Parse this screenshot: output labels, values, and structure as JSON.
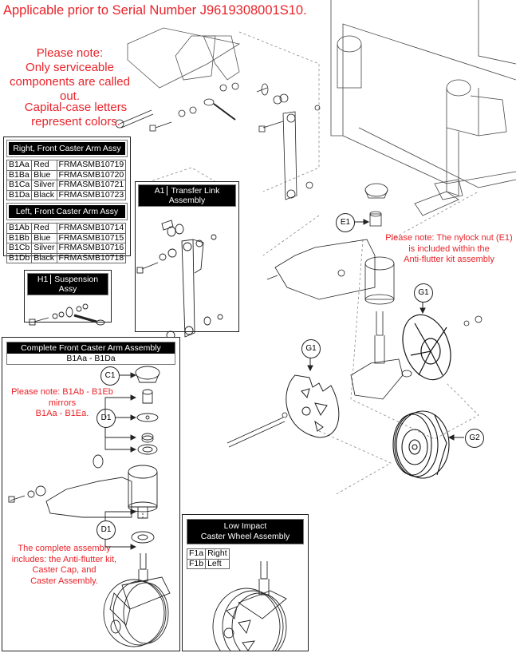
{
  "header": {
    "applicability": "Applicable prior to Serial Number J9619308001S10."
  },
  "notes": {
    "serviceable_line1": "Please note:",
    "serviceable_line2": "Only serviceable",
    "serviceable_line3": "components are called out.",
    "colors_line1": "Capital-case letters",
    "colors_line2": "represent colors.",
    "nylock_line1": "Please note: The nylock nut (E1)",
    "nylock_line2": "is included within the",
    "nylock_line3": "Anti-flutter kit assembly",
    "mirror_line1": "Please note: B1Ab - B1Eb",
    "mirror_line2": "mirrors",
    "mirror_line3": "B1Aa - B1Ea.",
    "complete_line1": "The complete assembly",
    "complete_line2": "includes: the Anti-flutter kit,",
    "complete_line3": "Caster Cap, and",
    "complete_line4": "Caster Assembly."
  },
  "right_arm_table": {
    "title": "Right, Front Caster Arm Assy",
    "rows": [
      {
        "code": "B1Aa",
        "color": "Red",
        "part": "FRMASMB10719"
      },
      {
        "code": "B1Ba",
        "color": "Blue",
        "part": "FRMASMB10720"
      },
      {
        "code": "B1Ca",
        "color": "Silver",
        "part": "FRMASMB10721"
      },
      {
        "code": "B1Da",
        "color": "Black",
        "part": "FRMASMB10723"
      }
    ]
  },
  "left_arm_table": {
    "title": "Left, Front Caster Arm Assy",
    "rows": [
      {
        "code": "B1Ab",
        "color": "Red",
        "part": "FRMASMB10714"
      },
      {
        "code": "B1Bb",
        "color": "Blue",
        "part": "FRMASMB10715"
      },
      {
        "code": "B1Cb",
        "color": "Silver",
        "part": "FRMASMB10716"
      },
      {
        "code": "B1Db",
        "color": "Black",
        "part": "FRMASMB10718"
      }
    ]
  },
  "suspension": {
    "code": "H1",
    "title": "Suspension Assy"
  },
  "transfer_link": {
    "code": "A1",
    "title": "Transfer Link Assembly"
  },
  "complete_arm": {
    "title": "Complete Front Caster Arm Assembly",
    "range": "B1Aa - B1Da"
  },
  "caster_wheel": {
    "title_line1": "Low Impact",
    "title_line2": "Caster Wheel Assembly",
    "rows": [
      {
        "code": "F1a",
        "side": "Right"
      },
      {
        "code": "F1b",
        "side": "Left"
      }
    ]
  },
  "callouts": {
    "e1": "E1",
    "g1_left": "G1",
    "g1_right": "G1",
    "g2": "G2",
    "c1": "C1",
    "d1_upper": "D1",
    "d1_lower": "D1"
  },
  "colors": {
    "note_red": "#e8232a",
    "line": "#222222"
  }
}
